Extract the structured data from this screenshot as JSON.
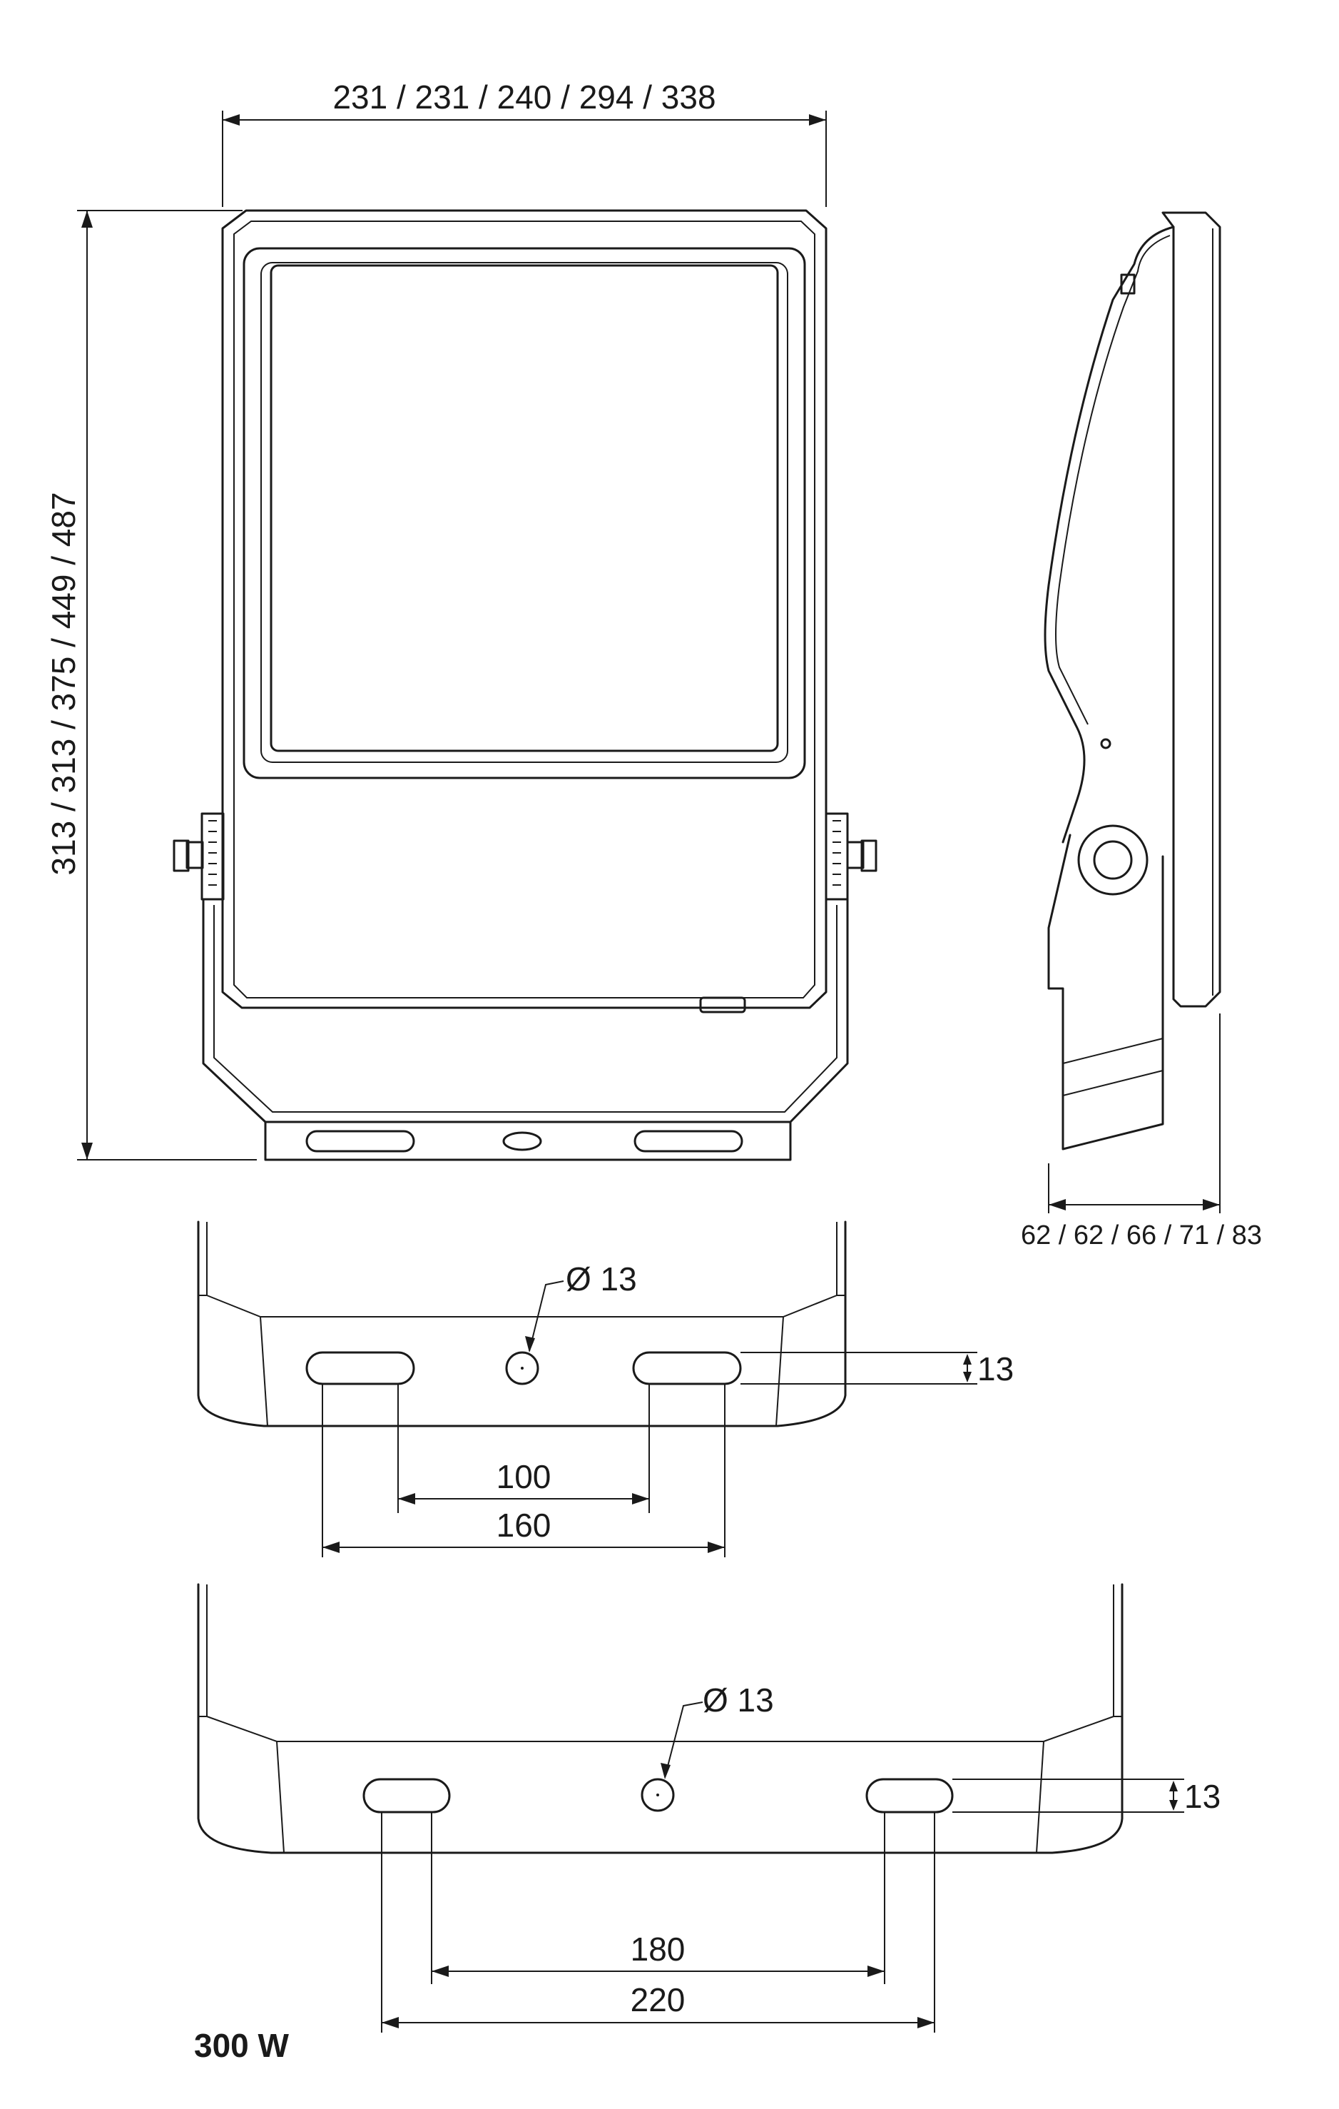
{
  "front_view": {
    "width_label": "231 / 231 / 240 / 294 / 338",
    "height_label": "313 / 313 / 375 / 449 / 487"
  },
  "side_view": {
    "depth_label": "62 / 62 / 66 / 71 / 83"
  },
  "bracket_small": {
    "hole_label": "Ø 13",
    "slot_height_label": "13",
    "inner_spacing_label": "100",
    "outer_spacing_label": "160"
  },
  "bracket_large": {
    "hole_label": "Ø 13",
    "slot_height_label": "13",
    "inner_spacing_label": "180",
    "outer_spacing_label": "220"
  },
  "model_label": "300 W"
}
